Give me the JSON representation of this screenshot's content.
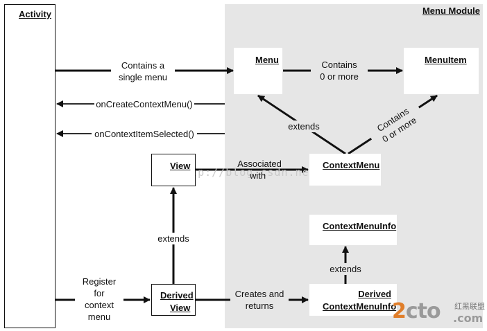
{
  "diagram": {
    "activity": {
      "title": "Activity"
    },
    "module": {
      "title": "Menu Module"
    },
    "nodes": {
      "menu": "Menu",
      "menu_item": "MenuItem",
      "context_menu": "ContextMenu",
      "view": "View",
      "context_menu_info": "ContextMenuInfo",
      "derived_view": [
        "Derived",
        "View"
      ],
      "derived_context_menu_info": [
        "Derived",
        "ContextMenuInfo"
      ]
    },
    "edges": {
      "contains_single": [
        "Contains a",
        "single menu"
      ],
      "menu_contains_items": [
        "Contains",
        "0 or more"
      ],
      "on_create_context_menu": "onCreateContextMenu()",
      "on_context_item_selected": "onContextItemSelected()",
      "extends_menu": "extends",
      "context_contains": [
        "Contains",
        "0 or more"
      ],
      "associated_with": [
        "Associated",
        "with"
      ],
      "derived_extends_view": "extends",
      "register": [
        "Register",
        "for",
        "context",
        "menu"
      ],
      "creates_returns": [
        "Creates and",
        "returns"
      ],
      "info_extends": "extends"
    }
  },
  "watermark": {
    "url": "http://blog.csdn.net/",
    "brand_part1": "2",
    "brand_part2": "cto",
    "brand_part3": ".com",
    "brand_cn": "红黑联盟"
  }
}
